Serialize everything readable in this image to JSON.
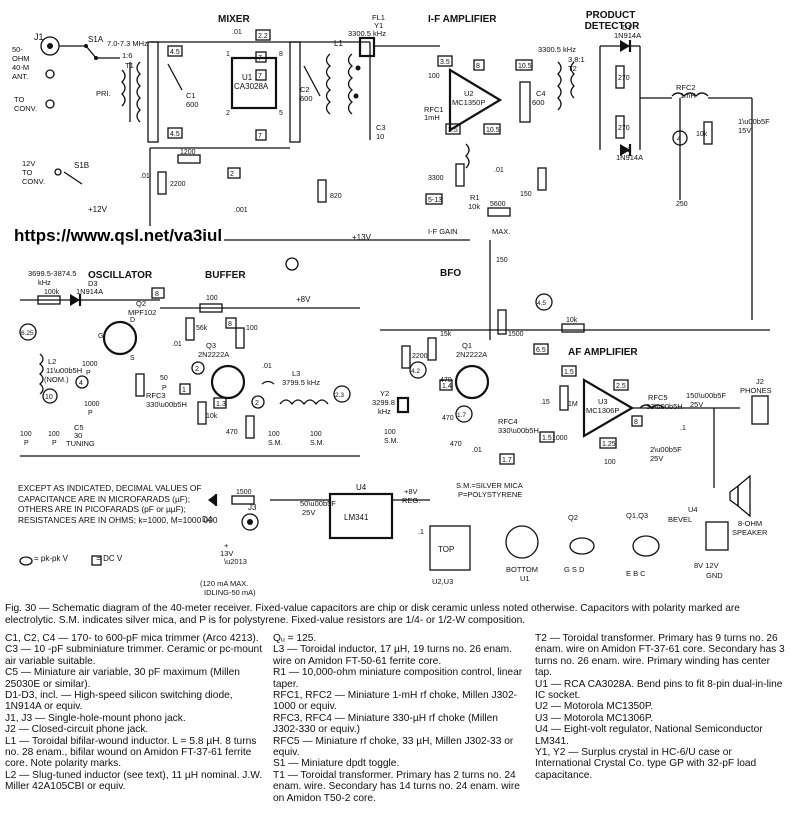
{
  "url": "https://www.qsl.net/va3iul",
  "blocks": {
    "mixer": "MIXER",
    "if_amp": "I-F AMPLIFIER",
    "product_detector": "PRODUCT\nDETECTOR",
    "oscillator": "OSCILLATOR",
    "buffer": "BUFFER",
    "bfo": "BFO",
    "af_amp": "AF AMPLIFIER"
  },
  "labels": {
    "j1": "J1",
    "ant": "50-\nOHM\n40-M\nANT.",
    "to_conv": "TO\nCONV.",
    "v12_to_conv": "12V\nTO\nCONV.",
    "s1a": "S1A",
    "s1b": "S1B",
    "plus12v": "+12V",
    "plus13v": "+13V",
    "plus8v": "+8V",
    "mhz": "7.0-7.3 MHz",
    "t1": "T1",
    "t1_ratio": "1:6",
    "pri": "PRI.",
    "u1": "U1\nCA3028A",
    "c1": "C1\n600",
    "c2": "C2\n600",
    "l1": "L1",
    "fl1": "FL1\nY1\n3300.5 kHz",
    "c3": "C3\n10",
    "u2": "U2\nMC1350P",
    "c4": "C4\n600",
    "t2": "T2\n3.8:1",
    "khz_3300": "3300.5 kHz",
    "d1": "D1\n1N914A",
    "d2": "D2\n1N914A",
    "rfc1": "RFC1\n1mH",
    "rfc2": "RFC2\n1mH",
    "r1": "R1\n10k",
    "if_gain": "I-F GAIN",
    "max": "MAX.",
    "osc_range": "3699.5-3874.5\nkHz",
    "d3": "D3\n1N914A",
    "q2": "Q2\nMPF102",
    "l2": "L2\n11µH\n(NOM.)",
    "c5": "C5\n30\nTUNING",
    "rfc3": "RFC3\n330µH",
    "q3": "Q3\n2N2222A",
    "l3": "L3\n3799.5 kHz",
    "q1": "Q1\n2N2222A",
    "y2": "Y2\n3299.8\nkHz",
    "rfc4": "RFC4\n330µH",
    "u3": "U3\nMC1306P",
    "rfc5": "RFC5\n33µH",
    "j2": "J2\nPHONES",
    "speaker": "8-OHM\nSPEAKER",
    "d4": "D4",
    "j3": "J3",
    "u4": "U4",
    "lm341": "LM341",
    "reg": "+8V\nREG.",
    "current": "(120 mA MAX.\nIDLING-50 mA)",
    "volt_13": "13V",
    "sm_note": "S.M.=SILVER MICA\nP=POLYSTYRENE",
    "top": "TOP",
    "u2u3": "U2,U3",
    "bottom": "BOTTOM\nU1",
    "q2pin": "G S D",
    "q1q3pin": "E B C",
    "q1q3": "Q1,Q3",
    "bevel": "BEVEL",
    "gnd": "GND",
    "u4pins": "8V  12V",
    "pk_pk": "= pk-pk V",
    "dc_v": "= DC V"
  },
  "values": [
    "100",
    "1200",
    "2200",
    ".01",
    ".001",
    "820",
    "3300",
    "5600",
    "150",
    "250",
    "10k",
    "1500",
    "470",
    "56k",
    "100",
    "15k",
    "1M",
    "1000",
    "2µF 25V",
    "150µF 25V",
    "50µF 25V",
    "1µF 15V",
    "270",
    "100k",
    "50P"
  ],
  "notes": "EXCEPT AS INDICATED, DECIMAL VALUES OF CAPACITANCE ARE IN MICROFARADS (µF); OTHERS ARE IN PICOFARADS (pF or µµF); RESISTANCES ARE IN OHMS; k=1000, M=1000 000",
  "caption": "Fig. 30 — Schematic diagram of the 40-meter receiver. Fixed-value capacitors are chip or disk ceramic unless noted otherwise. Capacitors with polarity marked are electrolytic. S.M. indicates silver mica, and P is for polystyrene. Fixed-value resistors are 1/4- or 1/2-W composition.",
  "parts_col1": [
    "C1, C2, C4 — 170- to 600-pF mica trimmer (Arco 4213).",
    "C3 — 10 -pF subminiature trimmer. Ceramic or pc-mount air variable suitable.",
    "C5 — Miniature air variable, 30 pF maximum (Millen 25030E or similar).",
    "D1-D3, incl. — High-speed silicon switching diode, 1N914A or equiv.",
    "J1, J3 — Single-hole-mount phono jack.",
    "J2 — Closed-circuit phone jack.",
    "L1 — Toroidal bifilar-wound inductor. L = 5.8 µH. 8 turns no. 28 enam., bifilar wound on Amidon FT-37-61 ferrite core. Note polarity marks.",
    "L2 — Slug-tuned inductor (see text), 11 µH nominal. J.W. Miller 42A105CBI or equiv."
  ],
  "parts_col2": [
    "Qᵤ = 125.",
    "L3 — Toroidal inductor, 17 µH, 19 turns no. 26 enam. wire on Amidon FT-50-61 ferrite core.",
    "R1 — 10,000-ohm miniature composition control, linear taper.",
    "RFC1, RFC2 — Miniature 1-mH rf choke, Millen J302-1000 or equiv.",
    "RFC3, RFC4 — Miniature 330-µH rf choke (Millen J302-330 or equiv.)",
    "RFC5 — Miniature rf choke, 33 µH, Millen J302-33 or equiv.",
    "S1 — Miniature dpdt toggle.",
    "T1 — Toroidal transformer. Primary has 2 turns no. 24 enam. wire. Secondary has 14 turns no. 24 enam. wire on Amidon T50-2 core."
  ],
  "parts_col3": [
    "T2 — Toroidal transformer. Primary has 9 turns no. 26 enam. wire on Amidon FT-37-61 core. Secondary has 3 turns no. 26 enam. wire. Primary winding has center tap.",
    "U1 — RCA CA3028A. Bend pins to fit 8-pin dual-in-line IC socket.",
    "U2 — Motorola MC1350P.",
    "U3 — Motorola MC1306P.",
    "U4 — Eight-volt regulator, National Semiconductor LM341.",
    "Y1, Y2 — Surplus crystal in HC-6/U case or International Crystal Co. type GP with 32-pF load capacitance."
  ]
}
